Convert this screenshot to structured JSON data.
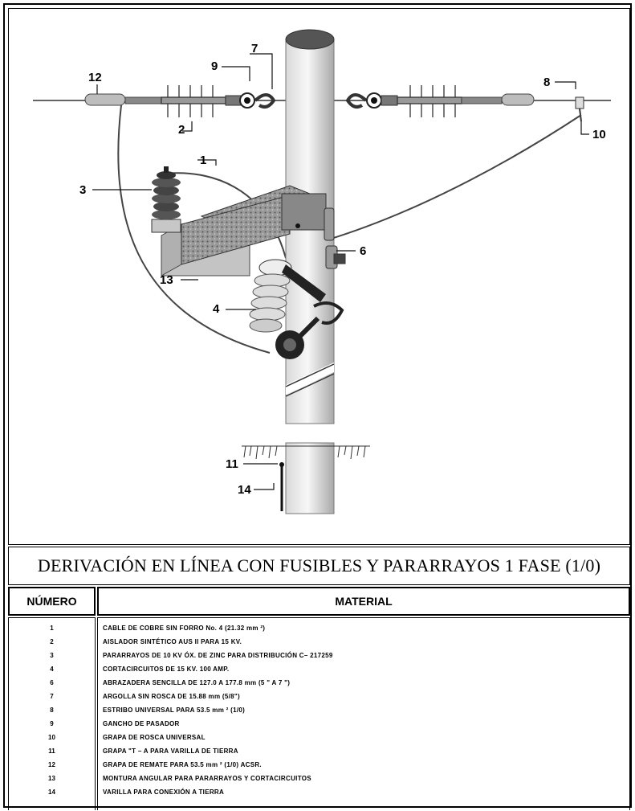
{
  "callouts": [
    {
      "id": "1",
      "text": "1"
    },
    {
      "id": "2",
      "text": "2"
    },
    {
      "id": "3",
      "text": "3"
    },
    {
      "id": "4",
      "text": "4"
    },
    {
      "id": "6",
      "text": "6"
    },
    {
      "id": "7",
      "text": "7"
    },
    {
      "id": "8",
      "text": "8"
    },
    {
      "id": "9",
      "text": "9"
    },
    {
      "id": "10",
      "text": "10"
    },
    {
      "id": "11",
      "text": "11"
    },
    {
      "id": "12",
      "text": "12"
    },
    {
      "id": "13",
      "text": "13"
    },
    {
      "id": "14",
      "text": "14"
    }
  ],
  "title": "DERIVACIÓN EN LÍNEA CON FUSIBLES Y PARARRAYOS 1 FASE (1/0)",
  "table": {
    "header_number": "NÚMERO",
    "header_material": "MATERIAL",
    "rows": [
      {
        "num": "1",
        "material": "CABLE DE COBRE SIN FORRO No. 4 (21.32 mm ²)"
      },
      {
        "num": "2",
        "material": "AISLADOR SINTÉTICO AUS II PARA 15 KV."
      },
      {
        "num": "3",
        "material": "PARARRAYOS DE 10 KV ÓX. DE ZINC PARA DISTRIBUCIÓN C– 217259"
      },
      {
        "num": "4",
        "material": "CORTACIRCUITOS DE 15 KV. 100 AMP."
      },
      {
        "num": "6",
        "material": "ABRAZADERA SENCILLA DE 127.0 A 177.8 mm (5 \" A 7 \")"
      },
      {
        "num": "7",
        "material": "ARGOLLA SIN ROSCA DE 15.88 mm (5/8\")"
      },
      {
        "num": "8",
        "material": "ESTRIBO UNIVERSAL PARA 53.5 mm ² (1/0)"
      },
      {
        "num": "9",
        "material": "GANCHO DE PASADOR"
      },
      {
        "num": "10",
        "material": "GRAPA DE ROSCA UNIVERSAL"
      },
      {
        "num": "11",
        "material": "GRAPA \"T – A PARA VARILLA DE TIERRA"
      },
      {
        "num": "12",
        "material": "GRAPA DE REMATE PARA 53.5 mm ² (1/0) ACSR."
      },
      {
        "num": "13",
        "material": "MONTURA ANGULAR PARA PARARRAYOS Y CORTACIRCUITOS"
      },
      {
        "num": "14",
        "material": "VARILLA PARA CONEXIÓN A TIERRA"
      }
    ]
  }
}
